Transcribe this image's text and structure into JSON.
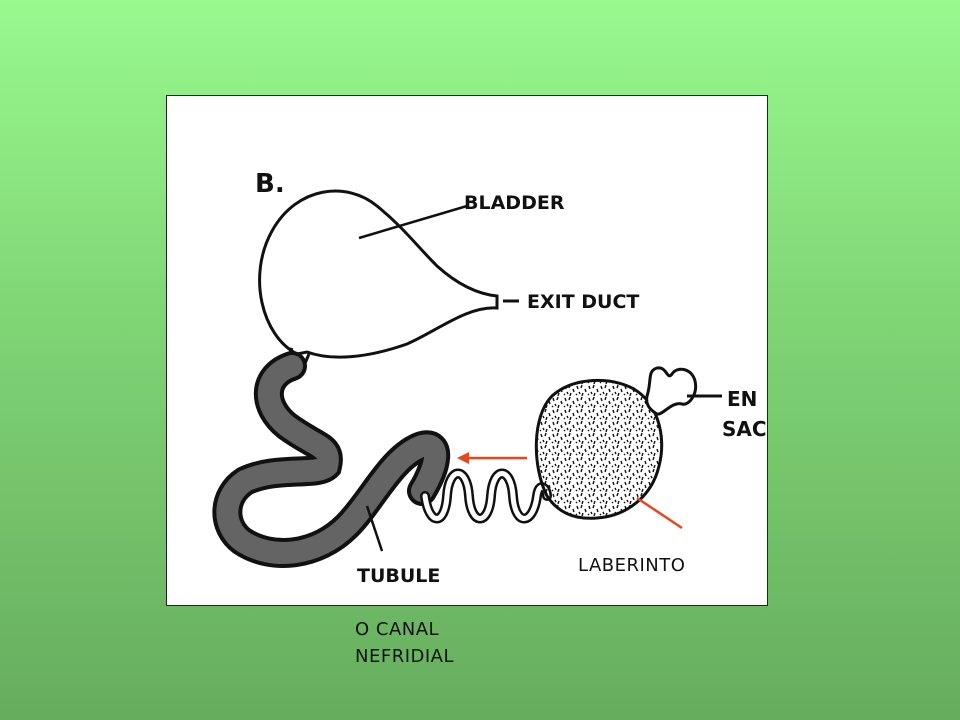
{
  "figure": {
    "panel_letter": "B.",
    "labels": {
      "bladder": "BLADDER",
      "exit_duct": "EXIT DUCT",
      "end_sac_line1": "EN",
      "end_sac_line2": "SAC",
      "tubule": "TUBULE"
    }
  },
  "captions": {
    "laberinto": "LABERINTO",
    "canal_line1": "O CANAL",
    "canal_line2": "NEFRIDIAL"
  },
  "colors": {
    "arrow": "#e8461e",
    "background_top": "#99f98f",
    "background_bottom": "#66ad5e"
  }
}
